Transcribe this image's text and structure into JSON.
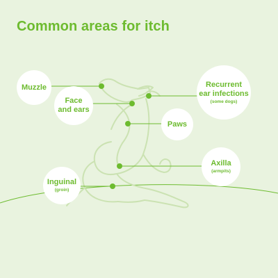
{
  "title": "Common areas for itch",
  "colors": {
    "background": "#e9f3df",
    "accent": "#6dbb2f",
    "outline": "#cbe2b2",
    "bubble": "#ffffff"
  },
  "labels": {
    "muzzle": {
      "text": "Muzzle"
    },
    "face_ears": {
      "line1": "Face",
      "line2": "and ears"
    },
    "ear_infections": {
      "line1": "Recurrent",
      "line2": "ear infections",
      "sub": "(some dogs)"
    },
    "paws": {
      "text": "Paws"
    },
    "axilla": {
      "text": "Axilla",
      "sub": "(armpits)"
    },
    "inguinal": {
      "text": "Inguinal",
      "sub": "(groin)"
    }
  }
}
